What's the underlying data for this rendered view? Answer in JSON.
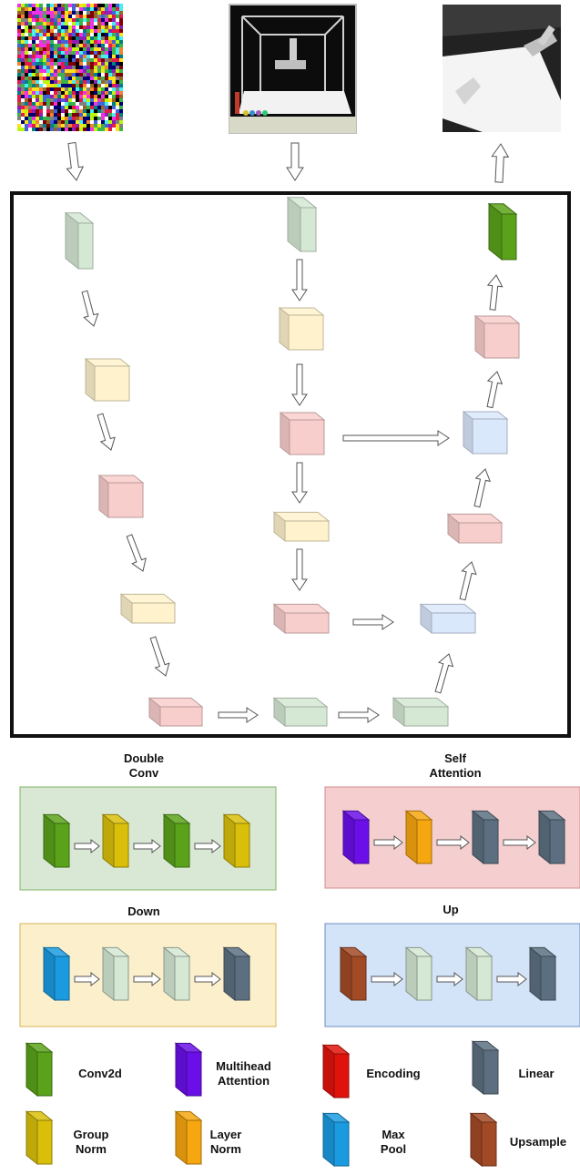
{
  "blocks": {
    "double_conv": {
      "title": "Double\nConv"
    },
    "self_attention": {
      "title": "Self\nAttention"
    },
    "down": {
      "title": "Down"
    },
    "up": {
      "title": "Up"
    }
  },
  "legend": [
    {
      "label": "Conv2d",
      "color": "#5aa21a"
    },
    {
      "label": "Multihead\nAttention",
      "color": "#6a0fe8"
    },
    {
      "label": "Encoding",
      "color": "#e0120c"
    },
    {
      "label": "Linear",
      "color": "#5c6f80"
    },
    {
      "label": "Group\nNorm",
      "color": "#d9bf0a"
    },
    {
      "label": "Layer\nNorm",
      "color": "#f6a60f"
    },
    {
      "label": "Max\nPool",
      "color": "#1a9be0"
    },
    {
      "label": "Upsample",
      "color": "#a24a25"
    }
  ],
  "colors": {
    "double_conv_bg": "#d8e8d4",
    "self_attention_bg": "#f5cfcf",
    "down_bg": "#fcf0cc",
    "up_bg": "#d3e3f8",
    "pale_green": "#d5e8d4",
    "pale_yellow": "#fff2cc",
    "pale_red": "#f8cecc",
    "pale_blue": "#dae8fc",
    "conv_green": "#5aa21a"
  }
}
